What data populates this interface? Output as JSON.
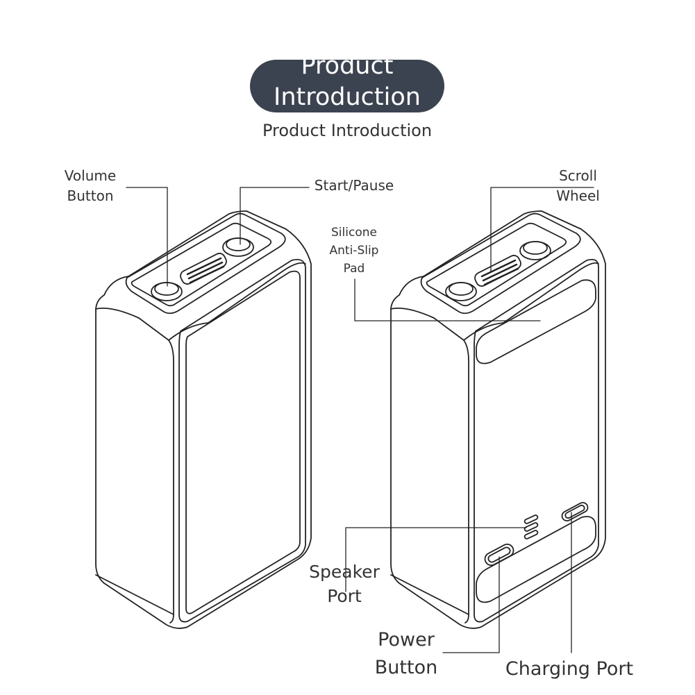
{
  "header": {
    "badge_title": "Product Introduction",
    "subtitle": "Product Introduction"
  },
  "callouts": {
    "volume_button": "Volume\nButton",
    "start_pause": "Start/Pause",
    "scroll_wheel": "Scroll\nWheel",
    "silicone_pad": "Silicone\nAnti-Slip\nPad",
    "speaker_port": "Speaker\nPort",
    "power_button": "Power\nButton",
    "charging_port": "Charging Port"
  },
  "colors": {
    "badge_background": "#3c4350",
    "badge_text": "#ffffff",
    "line_art": "#222222",
    "label_text": "#333333"
  }
}
